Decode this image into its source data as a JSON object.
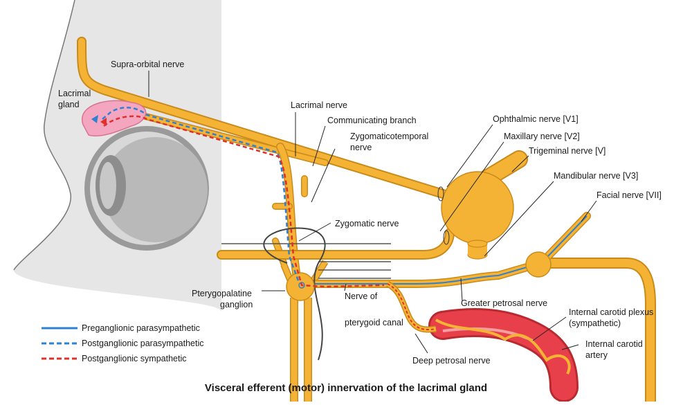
{
  "caption": "Visceral efferent (motor) innervation of the lacrimal gland",
  "labels": {
    "supraorbital": "Supra-orbital nerve",
    "lacrimal_gland_1": "Lacrimal",
    "lacrimal_gland_2": "gland",
    "lacrimal_nerve": "Lacrimal nerve",
    "communicating": "Communicating branch",
    "zygomaticotemporal_1": "Zygomaticotemporal",
    "zygomaticotemporal_2": "nerve",
    "ophthalmic": "Ophthalmic nerve [V1]",
    "maxillary": "Maxillary nerve [V2]",
    "trigeminal": "Trigeminal nerve [V]",
    "mandibular": "Mandibular nerve [V3]",
    "facial": "Facial nerve [VII]",
    "zygomatic": "Zygomatic nerve",
    "pterygopalatine_1": "Pterygopalatine",
    "pterygopalatine_2": "ganglion",
    "greater_petrosal": "Greater petrosal nerve",
    "pterygoid_1": "Nerve of",
    "pterygoid_2": "pterygoid canal",
    "ica_plexus_1": "Internal carotid plexus",
    "ica_plexus_2": "(sympathetic)",
    "ica_1": "Internal carotid",
    "ica_2": "artery",
    "deep_petrosal": "Deep petrosal nerve"
  },
  "legend": [
    {
      "label": "Preganglionic parasympathetic",
      "style": "solid",
      "color": "#2f80d0"
    },
    {
      "label": "Postganglionic parasympathetic",
      "style": "dashed",
      "color": "#2f80d0"
    },
    {
      "label": "Postganglionic sympathetic",
      "style": "dashed",
      "color": "#e0302a"
    }
  ],
  "colors": {
    "nerve_fill": "#f5b335",
    "nerve_edge": "#c98a1a",
    "skin": "#e6e6e6",
    "gland": "#f4a6c0",
    "artery": "#e8404a",
    "parasympathetic": "#2f80d0",
    "sympathetic": "#e0302a"
  }
}
